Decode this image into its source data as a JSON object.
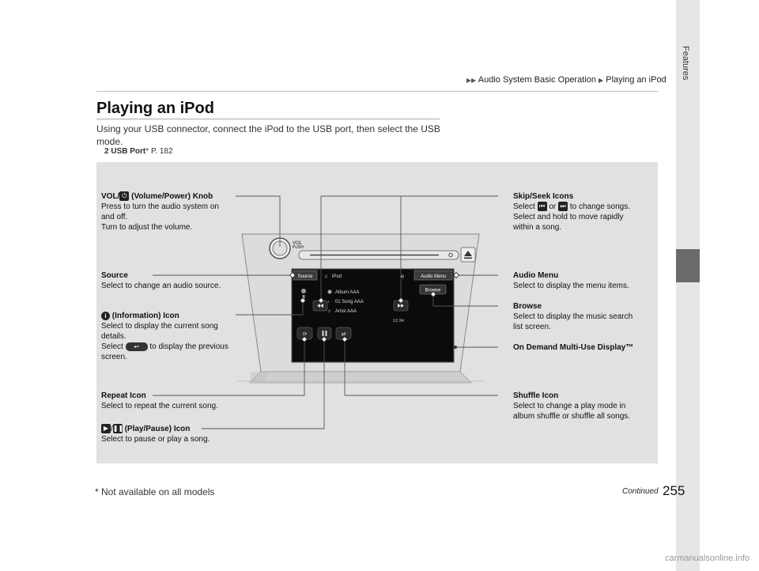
{
  "header": {
    "breadcrumb_1": "Audio System Basic Operation",
    "breadcrumb_2": "Playing an iPod"
  },
  "sidebar": {
    "section": "Features"
  },
  "title": "Playing an iPod",
  "intro": "Using your USB connector, connect the iPod to the USB port, then select the USB mode.",
  "ref": {
    "label": "USB Port",
    "asterisk": "*",
    "page": "P. 182"
  },
  "screen": {
    "source_btn": "Source",
    "ipod": "iPod",
    "audio_menu_btn": "Audio Menu",
    "browse_btn": "Browse",
    "album": "Album AAA",
    "song": "01 Song AAA",
    "artist": "Artist AAA",
    "time": "12:34",
    "knob_label": "VOL"
  },
  "callouts": {
    "vol": {
      "title": "(Volume/Power) Knob",
      "title_prefix": "VOL/",
      "line1": "Press to turn the audio system on",
      "line2": "and off.",
      "line3": "Turn to adjust the volume."
    },
    "skip": {
      "title": "Skip/Seek Icons",
      "line1a": "Select",
      "line1b": "or",
      "line1c": "to change songs.",
      "line2": "Select and hold to move rapidly",
      "line3": "within a song."
    },
    "source": {
      "title": "Source",
      "line1": "Select to change an audio source."
    },
    "audio_menu": {
      "title": "Audio Menu",
      "line1": "Select to display the menu items."
    },
    "browse": {
      "title": "Browse",
      "line1": "Select to display the music search",
      "line2": "list screen."
    },
    "info": {
      "title": "(Information) Icon",
      "line1": "Select to display the current song",
      "line2": "details.",
      "line3a": "Select",
      "line3b": "to display the previous",
      "line4": "screen."
    },
    "odmd": {
      "title": "On Demand Multi-Use Display™"
    },
    "repeat": {
      "title": "Repeat Icon",
      "line1": "Select to repeat the current song."
    },
    "shuffle": {
      "title": "Shuffle Icon",
      "line1": "Select to change a play mode in",
      "line2": "album shuffle or shuffle all songs."
    },
    "play": {
      "title": "(Play/Pause) Icon",
      "line1": "Select to pause or play a song."
    }
  },
  "footer": {
    "note": "* Not available on all models",
    "continued": "Continued",
    "page": "255"
  },
  "watermark": "carmanualsonline.info"
}
